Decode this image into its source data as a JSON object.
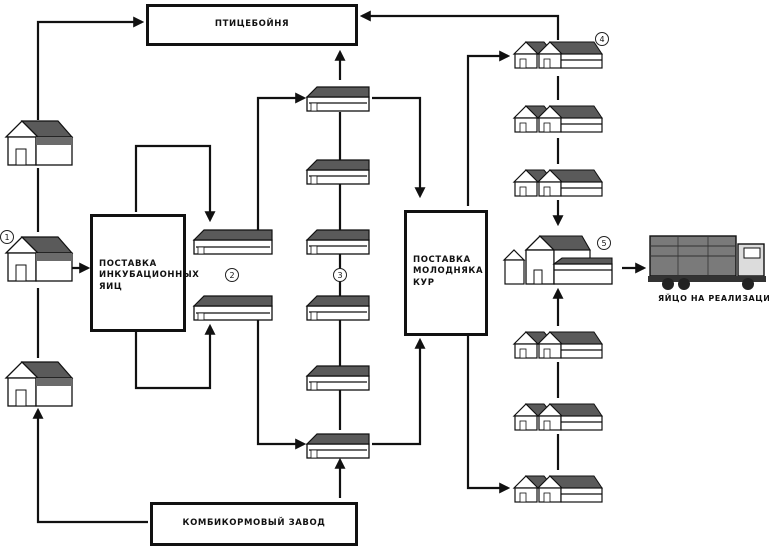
{
  "boxes": {
    "slaughterhouse": "ПТИЦЕБОЙНЯ",
    "egg_supply_lines": [
      "ПОСТАВКА",
      "ИНКУБАЦИОННЫХ",
      "ЯИЦ"
    ],
    "chick_supply_lines": [
      "ПОСТАВКА",
      "МОЛОДНЯКА",
      "КУР"
    ],
    "feed_mill": "КОМБИКОРМОВЫЙ ЗАВОД"
  },
  "labels": {
    "eggs_for_sale": "ЯЙЦО НА РЕАЛИЗАЦИЮ"
  },
  "markers": [
    "1",
    "2",
    "3",
    "4",
    "5"
  ],
  "icons": {
    "farm_building": "poultry-house-icon",
    "truck": "truck-icon"
  },
  "colors": {
    "ink": "#111111",
    "roof": "#555555",
    "background": "#ffffff"
  }
}
